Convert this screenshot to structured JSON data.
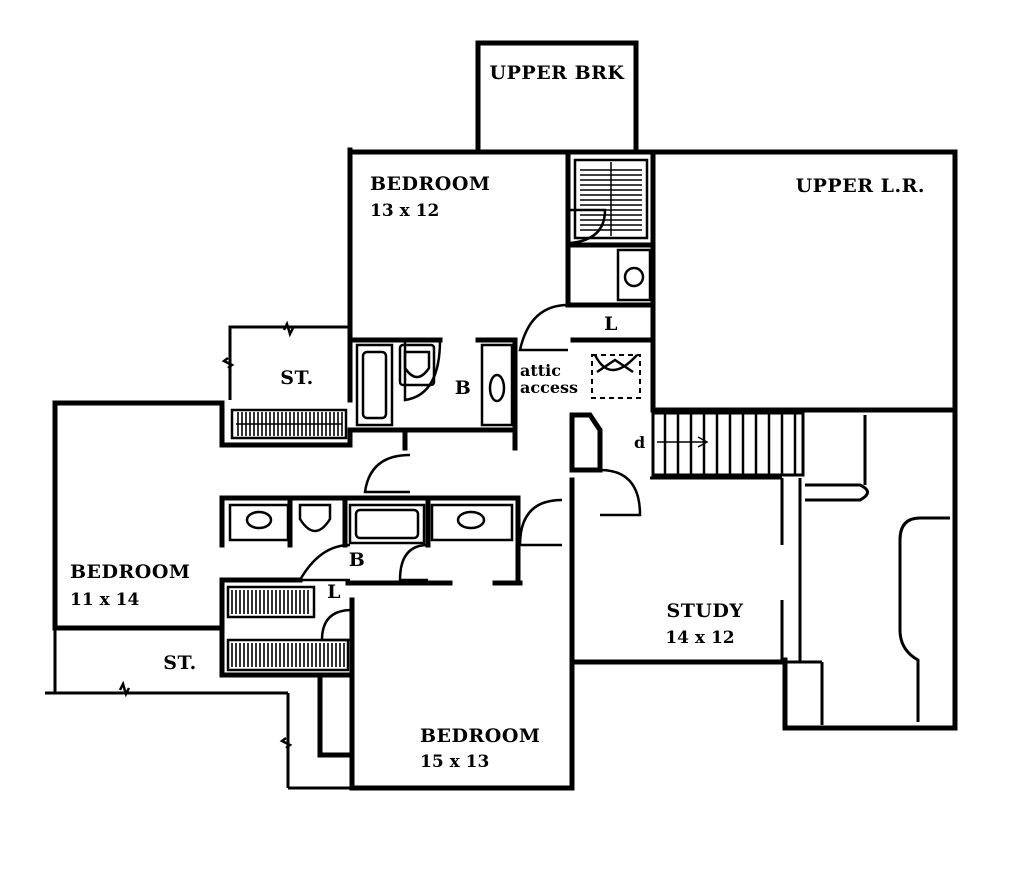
{
  "rooms": {
    "upper_brk": {
      "label": "UPPER BRK"
    },
    "bedroom_top": {
      "label": "BEDROOM",
      "size": "13 x 12"
    },
    "upper_lr": {
      "label": "UPPER L.R."
    },
    "storage_top": {
      "label": "ST."
    },
    "bath_top": {
      "label": "B"
    },
    "linen_top": {
      "label": "L"
    },
    "attic": {
      "line1": "attic",
      "line2": "access"
    },
    "door_mark": {
      "label": "d"
    },
    "bedroom_left": {
      "label": "BEDROOM",
      "size": "11 x 14"
    },
    "bath_mid": {
      "label": "B"
    },
    "linen_mid": {
      "label": "L"
    },
    "storage_bottom": {
      "label": "ST."
    },
    "study": {
      "label": "STUDY",
      "size": "14 x 12"
    },
    "bedroom_bottom": {
      "label": "BEDROOM",
      "size": "15 x 13"
    }
  }
}
